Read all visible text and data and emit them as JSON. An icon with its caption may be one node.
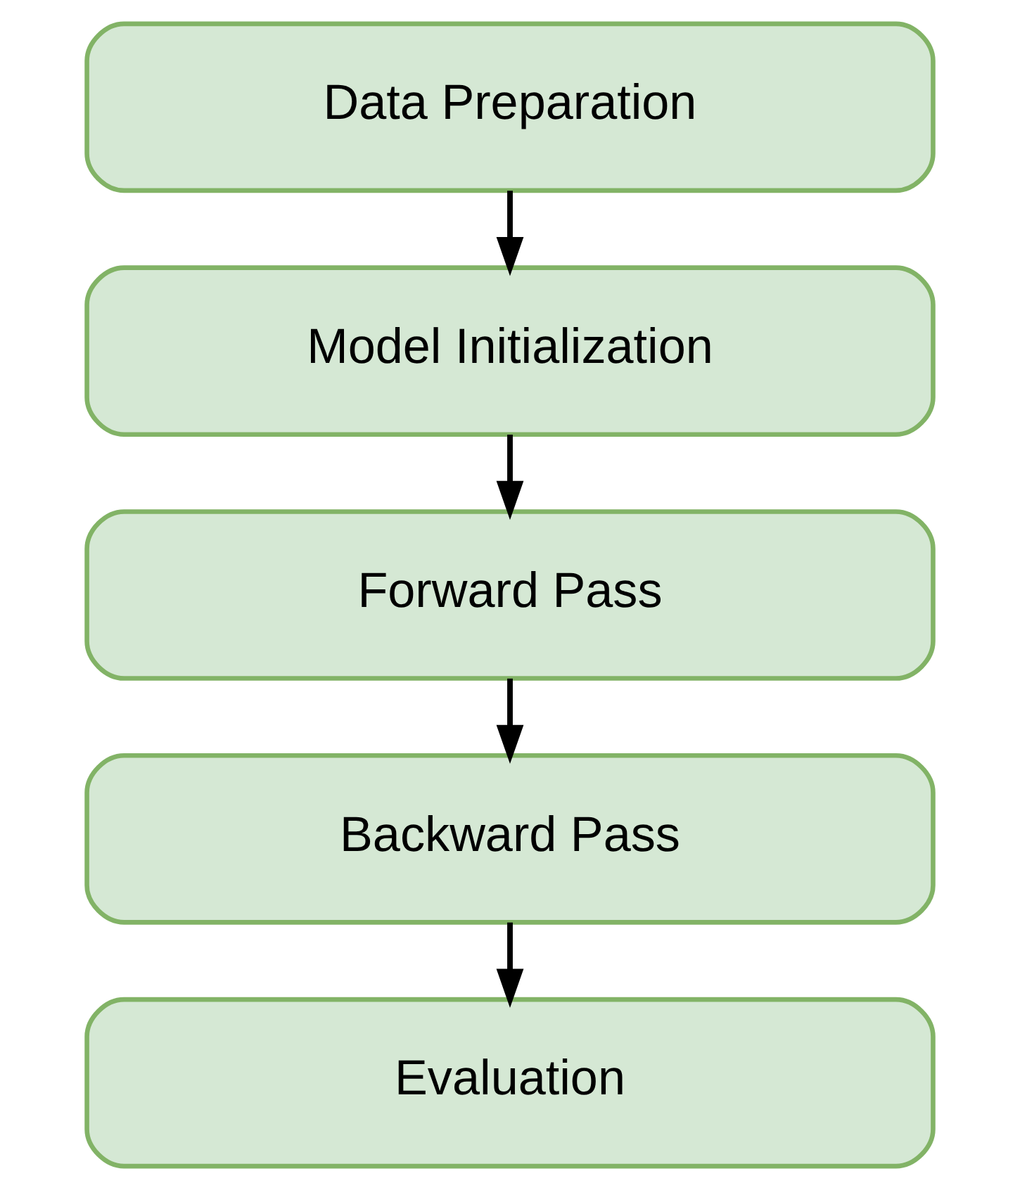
{
  "diagram": {
    "nodes": [
      {
        "text": [
          "Data Preparation"
        ]
      },
      {
        "text": [
          "Model Initialization"
        ]
      },
      {
        "text": [
          "Forward Pass"
        ]
      },
      {
        "text": [
          "Backward Pass"
        ]
      },
      {
        "text": [
          "Evaluation"
        ]
      }
    ],
    "edges": [
      {
        "from": 0,
        "to": 1,
        "arrow": "to"
      },
      {
        "from": 1,
        "to": 2,
        "arrow": "to"
      },
      {
        "from": 2,
        "to": 3,
        "arrow": "to"
      },
      {
        "from": 3,
        "to": 4,
        "arrow": "to"
      }
    ]
  }
}
